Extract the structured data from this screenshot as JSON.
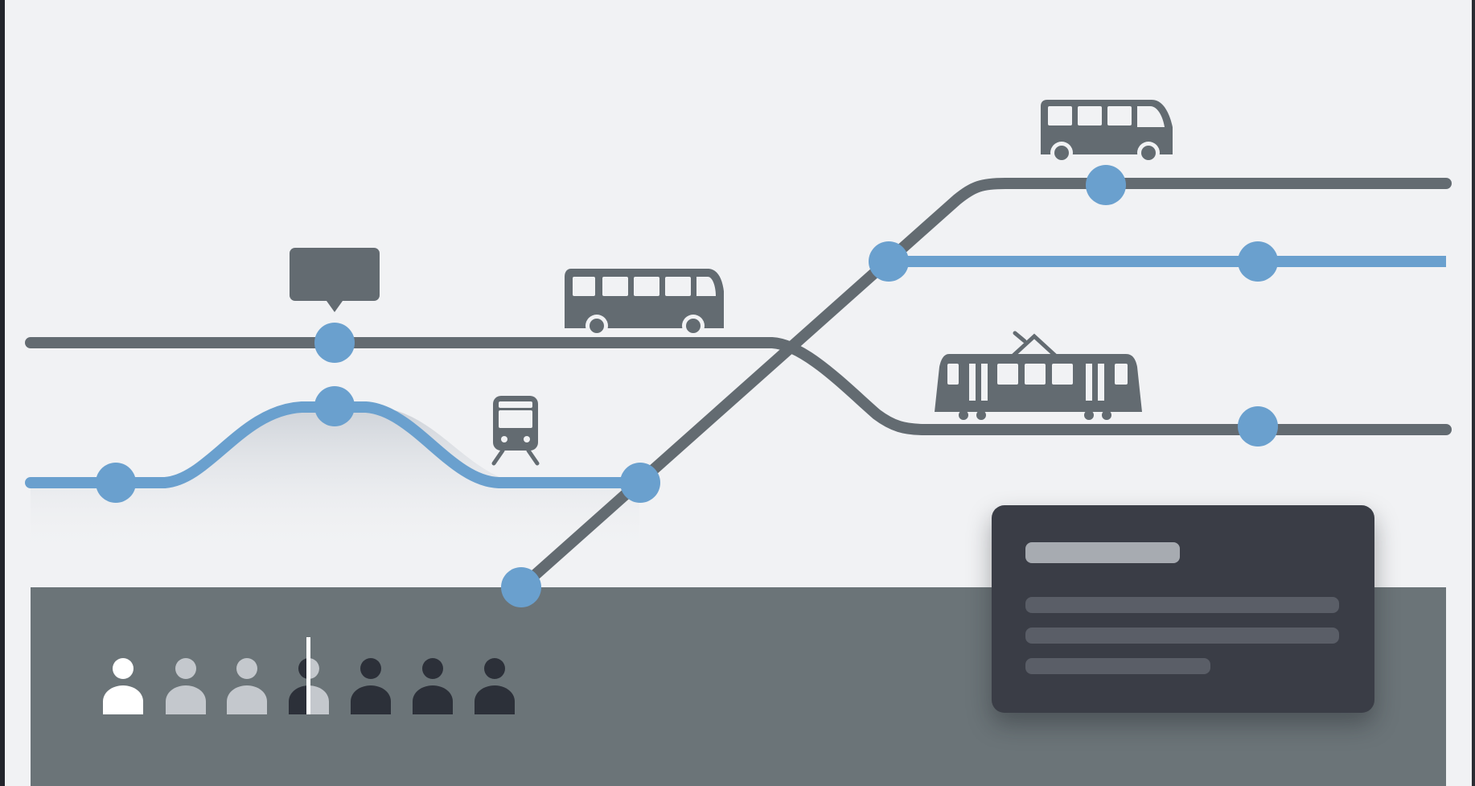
{
  "colors": {
    "background": "#f1f2f4",
    "ground": "#6b7478",
    "gray_line": "#636b71",
    "blue_line": "#6aa0ce",
    "station": "#6aa0ce",
    "vehicle": "#636b71",
    "panel": "#3a3d46"
  },
  "icons": {
    "vehicles": [
      "bus-icon",
      "bus-icon",
      "train-icon",
      "tram-icon",
      "speech-bubble-icon"
    ],
    "people": [
      "person-icon-white",
      "person-icon-light",
      "person-icon-light",
      "person-icon-half",
      "person-icon-dark",
      "person-icon-dark",
      "person-icon-dark"
    ]
  },
  "lines": [
    {
      "id": "gray-upper",
      "color": "gray"
    },
    {
      "id": "gray-diagonal",
      "color": "gray"
    },
    {
      "id": "blue-upper",
      "color": "blue"
    },
    {
      "id": "blue-lower",
      "color": "blue"
    },
    {
      "id": "gray-lower-right",
      "color": "gray"
    }
  ],
  "people_row": {
    "count": 7
  }
}
